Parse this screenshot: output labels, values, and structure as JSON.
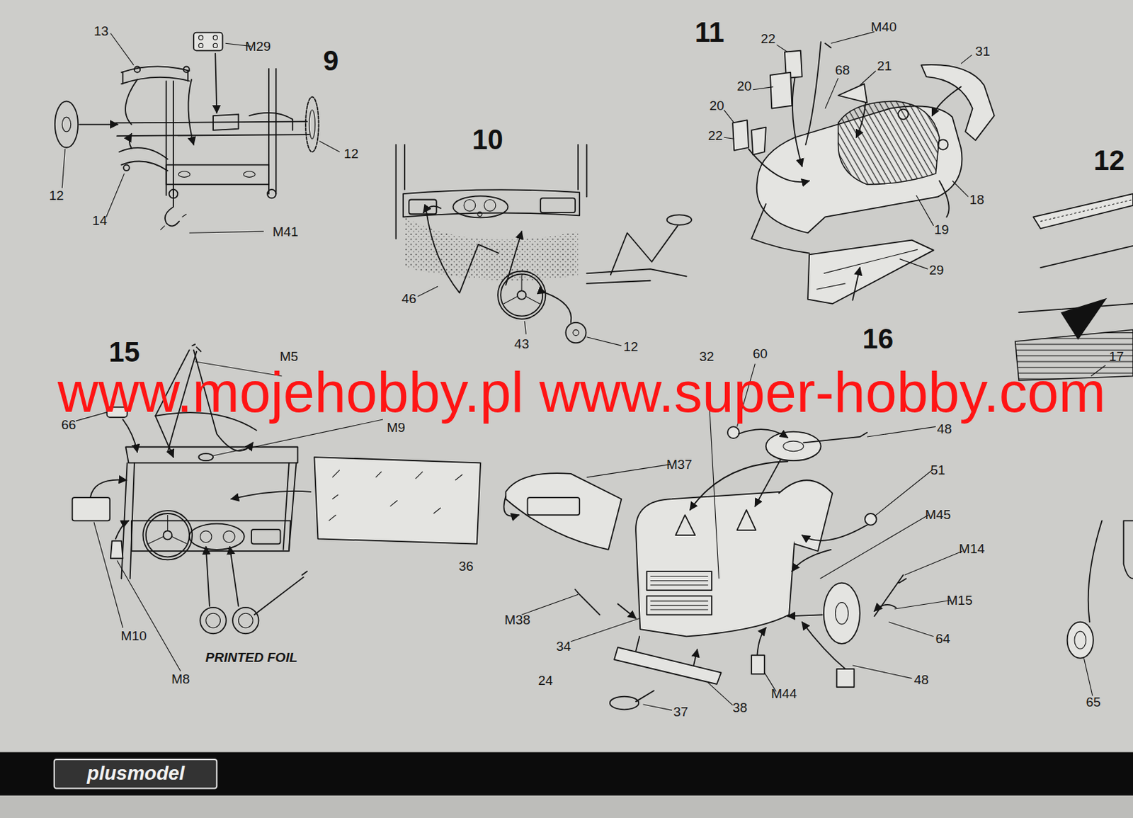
{
  "diagram": {
    "labels": [
      "13",
      "M29",
      "9",
      "12",
      "12",
      "14",
      "M41",
      "10",
      "46",
      "43",
      "12",
      "11",
      "22",
      "M40",
      "21",
      "68",
      "31",
      "20",
      "20",
      "22",
      "12",
      "18",
      "19",
      "29",
      "15",
      "60",
      "16",
      "32",
      "M5",
      "17",
      "www.mojehobby.pl www.super-hobby.com",
      "66",
      "M9",
      "48",
      "M37",
      "51",
      "M45",
      "M14",
      "36",
      "M15",
      "M38",
      "M10",
      "64",
      "34",
      "PRINTED FOIL",
      "M8",
      "24",
      "48",
      "M44",
      "65",
      "38",
      "37",
      "plusmodel"
    ]
  }
}
